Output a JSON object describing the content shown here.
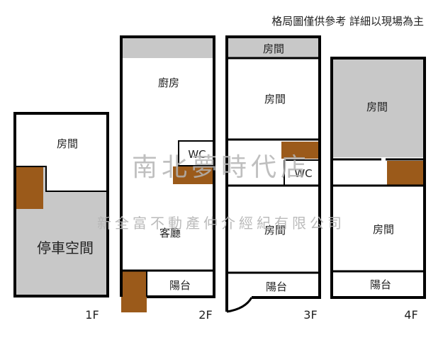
{
  "note": "格局圖僅供參考 詳細以現場為主",
  "watermark": {
    "brand": "南北夢時代店",
    "company": "新全富不動產仲介經紀有限公司"
  },
  "floors": {
    "f1": {
      "name": "1F",
      "room": "房間",
      "parking": "停車空間"
    },
    "f2": {
      "name": "2F",
      "kitchen": "廚房",
      "wc": "WC",
      "living": "客廳",
      "balcony": "陽台"
    },
    "f3": {
      "name": "3F",
      "top_room": "房間",
      "room": "房間",
      "wc": "WC",
      "bottom_room": "房間",
      "balcony": "陽台"
    },
    "f4": {
      "name": "4F",
      "top_room": "房間",
      "room": "房間",
      "balcony": "陽台"
    }
  },
  "colors": {
    "wall": "#000000",
    "gray_area": "#c8c8c8",
    "stairs": "#9b5a1a",
    "watermark": "#b4b4b4"
  }
}
